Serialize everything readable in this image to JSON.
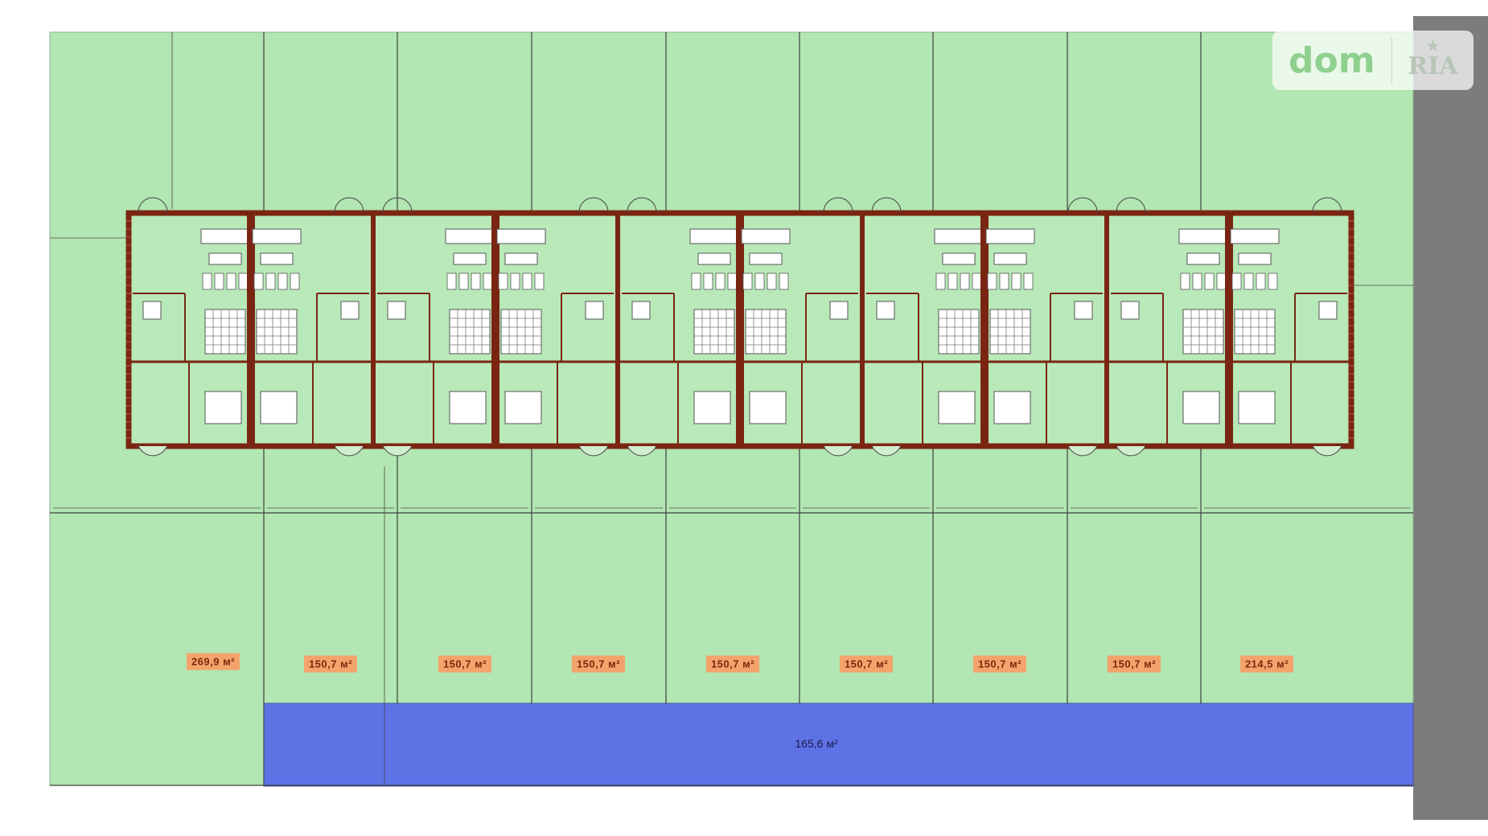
{
  "plan": {
    "plot_areas": [
      "269,9 м²",
      "150,7 м²",
      "150,7 м²",
      "150,7 м²",
      "150,7 м²",
      "150,7 м²",
      "150,7 м²",
      "150,7 м²",
      "214,5 м²"
    ],
    "road_area": "165,6 м²",
    "units": 10
  },
  "colors": {
    "lot_green": "#b2e6b2",
    "road_blue": "#5d72e4",
    "adjacent_gray": "#7c7c7c",
    "wall": "#7a2512",
    "area_badge": "#f4a36c"
  },
  "watermark": {
    "dom": "dom",
    "ria": "RIA",
    "icon": "star-icon"
  }
}
